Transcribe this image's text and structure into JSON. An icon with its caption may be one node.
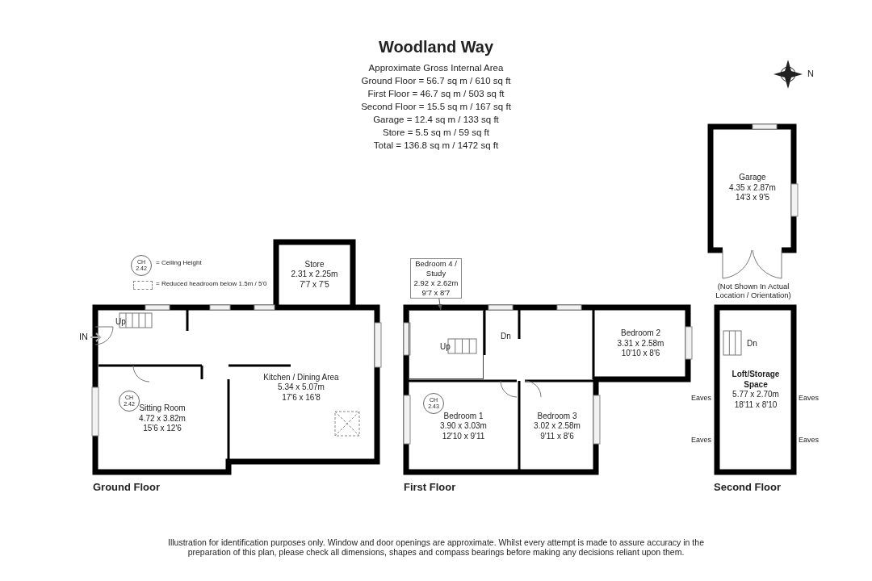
{
  "diagram": {
    "title": "Woodland Way",
    "nodes": [
      {
        "text": [
          "CH 2.42"
        ]
      },
      {
        "text": [
          "Store",
          "2.31 x 2.25m",
          "7'7 x 7'5"
        ]
      },
      {
        "text": [
          "Kitchen / Dining Area",
          "5.34 x 5.07m",
          "17'6 x 16'8"
        ]
      },
      {
        "text": [
          "Sitting Room",
          "4.72 x 3.82m",
          "15'6 x 12'6"
        ]
      },
      {
        "text": [
          "CH 2.42"
        ],
        "in": 3
      },
      {
        "text": [
          "Bedroom 4 / Study",
          "2.92 x 2.62m",
          "9'7 x 8'7"
        ]
      },
      {
        "text": [
          "Bedroom 2",
          "3.31 x 2.58m",
          "10'10 x 8'6"
        ]
      },
      {
        "text": [
          "Bedroom 1",
          "3.90 x 3.03m",
          "12'10 x 9'11"
        ]
      },
      {
        "text": [
          "CH 2.43"
        ],
        "in": 7
      },
      {
        "text": [
          "Bedroom 3",
          "3.02 x 2.58m",
          "9'11 x 8'6"
        ]
      },
      {
        "text": [
          "Garage",
          "4.35 x 2.87m",
          "14'3 x 9'5"
        ]
      },
      {
        "text": [
          "Loft/Storage Space",
          "5.77 x 2.70m",
          "18'11 x 8'10"
        ]
      },
      {
        "text": [],
        "shape": "box"
      }
    ],
    "edges": [
      {
        "from": 5,
        "to": 12,
        "arrow": "to"
      }
    ],
    "labels": [
      "Approximate Gross Internal Area",
      "Ground Floor = 56.7 sq m / 610 sq ft",
      "First Floor = 46.7 sq m / 503 sq ft",
      "Second Floor = 15.5 sq m / 167 sq ft",
      "Garage = 12.4 sq m / 133 sq ft",
      "Store = 5.5 sq m / 59 sq ft",
      "Total = 136.8 sq m / 1472 sq ft",
      "N",
      "IN",
      "Up",
      "(Not Shown In Actual Location / Orientation)",
      "Up",
      "Dn",
      "Dn",
      "Eaves",
      "Eaves",
      "Eaves",
      "Eaves",
      "Ground Floor",
      "First Floor",
      "Second Floor",
      "Illustration for identification purposes only. Window and door openings are approximate. Whilst every attempt is made to assure accuracy in the preparation of this plan, please check all dimensions, shapes and compass bearings before making any decisions reliant upon them."
    ],
    "legend": [
      {
        "text": "= Ceiling Height"
      },
      {
        "text": "= Reduced headroom below 1.5m / 5'0"
      }
    ]
  }
}
